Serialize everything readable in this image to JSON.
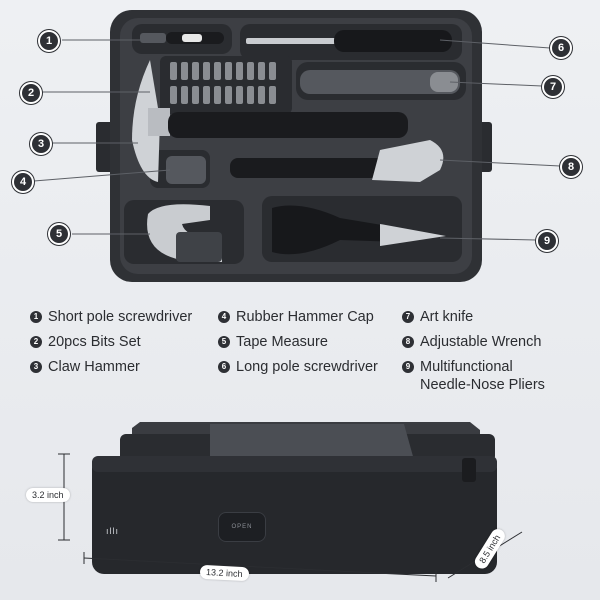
{
  "callouts": [
    "1",
    "2",
    "3",
    "4",
    "5",
    "6",
    "7",
    "8",
    "9"
  ],
  "legend": [
    {
      "num": "1",
      "label": "Short pole screwdriver"
    },
    {
      "num": "2",
      "label": "20pcs Bits Set"
    },
    {
      "num": "3",
      "label": "Claw Hammer"
    },
    {
      "num": "4",
      "label": "Rubber Hammer Cap"
    },
    {
      "num": "5",
      "label": "Tape Measure"
    },
    {
      "num": "6",
      "label": "Long pole screwdriver"
    },
    {
      "num": "7",
      "label": "Art knife"
    },
    {
      "num": "8",
      "label": "Adjustable Wrench"
    },
    {
      "num": "9",
      "label": "Multifunctional\nNeedle-Nose Pliers"
    }
  ],
  "dimensions": {
    "height": "3.2 inch",
    "length": "13.2 inch",
    "depth": "8.5 inch"
  },
  "case_labels": {
    "open_button": "OPEN",
    "brand_mark": "ıllı"
  },
  "colors": {
    "background": "#eceef1",
    "case": "#2b2d31",
    "tray": "#3a3c41",
    "badge": "#2e3035",
    "text": "#2b2d31"
  }
}
